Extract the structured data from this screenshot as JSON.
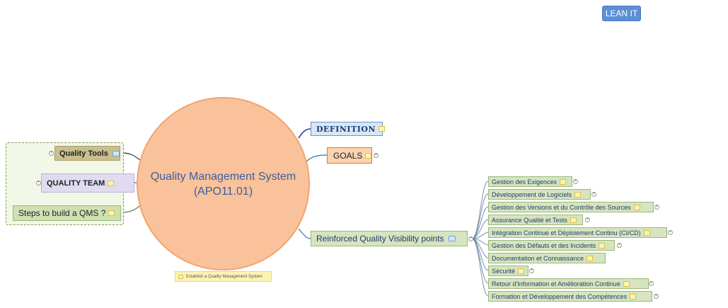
{
  "header": {
    "lean_button": "LEAN IT"
  },
  "central": {
    "line1": "Quality Management System",
    "line2": "(APO11.01)"
  },
  "central_tag": "Establish a Quality Management System",
  "left_topics": [
    "Quality Tools",
    "QUALITY TEAM",
    "Steps to build a QMS ?"
  ],
  "right_topics": {
    "definition": "DEFINITION",
    "goals": "GOALS",
    "reinforced": "Reinforced Quality Visibility points"
  },
  "reinforced_children": [
    "Gestion des Exigences",
    "Développement de Logiciels",
    "Gestion des Versions et du Contrôle des Sources",
    "Assurance Qualité et Tests",
    "Intégration Continue et Déploiement Continu (CI/CD)",
    "Gestion des Défauts et des Incidents",
    "Documentation et Connaissance",
    "Sécurité",
    "Retour d'Information et Amélioration Continue",
    "Formation et Développement des Compétences"
  ],
  "colors": {
    "central_fill": "#f9c29a",
    "central_text": "#3a5fa0",
    "lean_button": "#5b8fd6",
    "goals_border": "#e07a2c",
    "branch_green": "#9db878"
  }
}
